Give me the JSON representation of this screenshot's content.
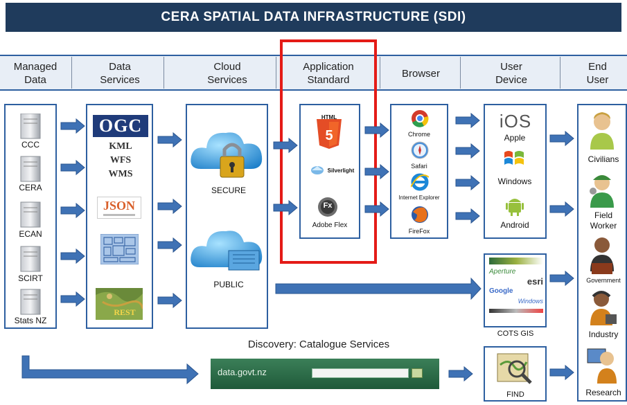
{
  "title": "CERA SPATIAL DATA INFRASTRUCTURE (SDI)",
  "headers": [
    {
      "label": "Managed\nData"
    },
    {
      "label": "Data\nServices"
    },
    {
      "label": "Cloud\nServices"
    },
    {
      "label": "Application\nStandard"
    },
    {
      "label": "Browser"
    },
    {
      "label": "User\nDevice"
    },
    {
      "label": "End\nUser"
    }
  ],
  "managed_data": [
    "CCC",
    "CERA",
    "ECAN",
    "SCIRT",
    "Stats NZ"
  ],
  "data_services": {
    "ogc": "OGC",
    "ogc_sub": [
      "KML",
      "WFS",
      "WMS"
    ],
    "json": "JSON",
    "rest": "REST"
  },
  "cloud_services": {
    "secure": "SECURE",
    "public": "PUBLIC"
  },
  "app_standard": {
    "html5": "HTML",
    "html5_num": "5",
    "silverlight": "Silverlight",
    "flex": "Adobe Flex",
    "fx": "Fx"
  },
  "browsers": [
    "Chrome",
    "Safari",
    "Internet Explorer",
    "FireFox"
  ],
  "devices": {
    "ios": "iOS",
    "apple": "Apple",
    "windows": "Windows",
    "android": "Android"
  },
  "end_users": [
    "Civilians",
    "Field\nWorker",
    "Government",
    "Industry",
    "Research"
  ],
  "cots_gis": "COTS GIS",
  "cots_logos": [
    "esri",
    "Google",
    "Windows",
    "Aperture"
  ],
  "find": "FIND",
  "discovery": "Discovery: Catalogue Services",
  "datagov": "data.govt.nz",
  "colors": {
    "title_bg": "#1f3b5c",
    "accent": "#2d5fa0",
    "arrow": "#3f72b5",
    "highlight": "#e41b17"
  }
}
